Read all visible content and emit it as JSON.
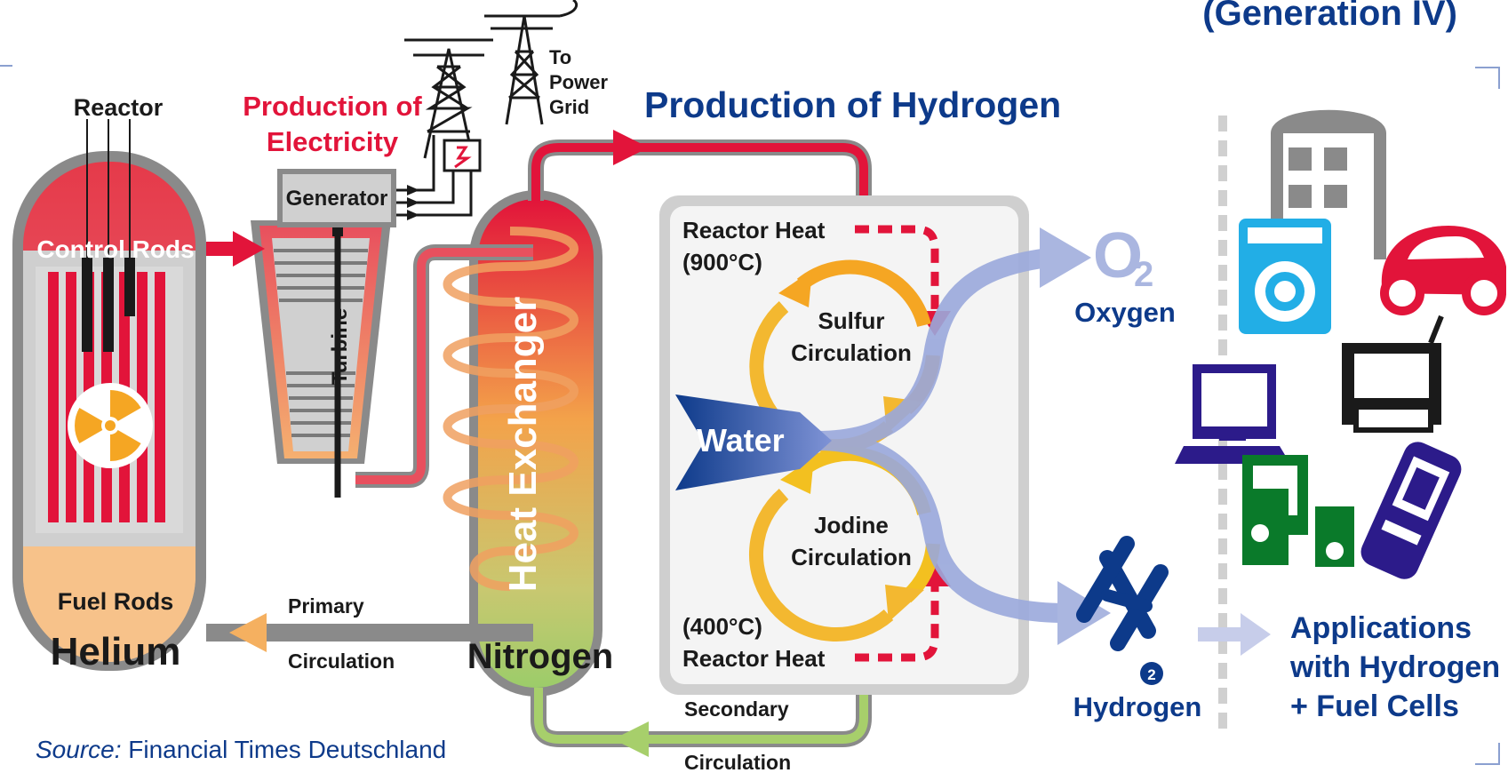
{
  "header": {
    "generation": "(Generation IV)"
  },
  "reactor": {
    "title": "Reactor",
    "control_rods": "Control Rods",
    "fuel_rods": "Fuel Rods",
    "coolant": "Helium"
  },
  "electricity": {
    "title_line1": "Production of",
    "title_line2": "Electricity",
    "generator": "Generator",
    "turbine": "Turbine",
    "grid_line1": "To",
    "grid_line2": "Power",
    "grid_line3": "Grid"
  },
  "primary": {
    "line1": "Primary",
    "line2": "Circulation"
  },
  "heat_exchanger": {
    "label": "Heat Exchanger",
    "medium": "Nitrogen"
  },
  "hydrogen_production": {
    "title": "Production of Hydrogen",
    "heat_high_line1": "Reactor Heat",
    "heat_high_line2": "(900°C)",
    "sulfur_line1": "Sulfur",
    "sulfur_line2": "Circulation",
    "water": "Water",
    "iodine_line1": "Jodine",
    "iodine_line2": "Circulation",
    "heat_low_line1": "(400°C)",
    "heat_low_line2": "Reactor Heat"
  },
  "secondary": {
    "line1": "Secondary",
    "line2": "Circulation"
  },
  "outputs": {
    "oxygen_symbol": "O",
    "oxygen_sub": "2",
    "oxygen": "Oxygen",
    "hydrogen_sub": "2",
    "hydrogen": "Hydrogen"
  },
  "applications": {
    "line1": "Applications",
    "line2": "with Hydrogen",
    "line3": "+ Fuel Cells"
  },
  "source": {
    "prefix": "Source:",
    "name": "Financial Times Deutschland"
  },
  "colors": {
    "navy": "#0d3a8a",
    "red": "#e2143a",
    "blue_light": "#aab6e0",
    "green_light": "#a7cf6b",
    "orange": "#f5a623",
    "grey": "#8a8a8a"
  }
}
